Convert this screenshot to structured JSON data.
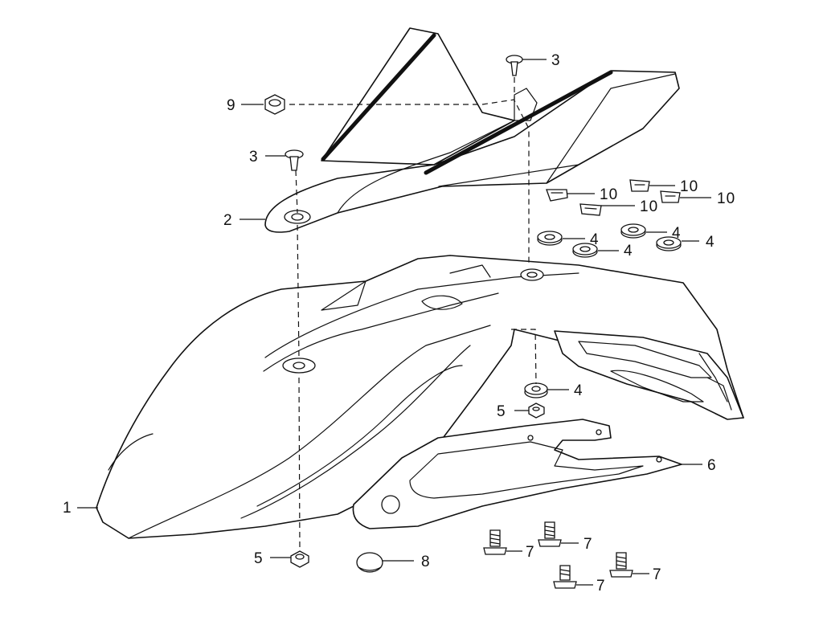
{
  "callouts": {
    "c1": "1",
    "c2": "2",
    "c3a": "3",
    "c3b": "3",
    "c4a": "4",
    "c4b": "4",
    "c4c": "4",
    "c4d": "4",
    "c4e": "4",
    "c5a": "5",
    "c5b": "5",
    "c6": "6",
    "c7a": "7",
    "c7b": "7",
    "c7c": "7",
    "c7d": "7",
    "c8": "8",
    "c9": "9",
    "c10a": "10",
    "c10b": "10",
    "c10c": "10",
    "c10d": "10"
  }
}
